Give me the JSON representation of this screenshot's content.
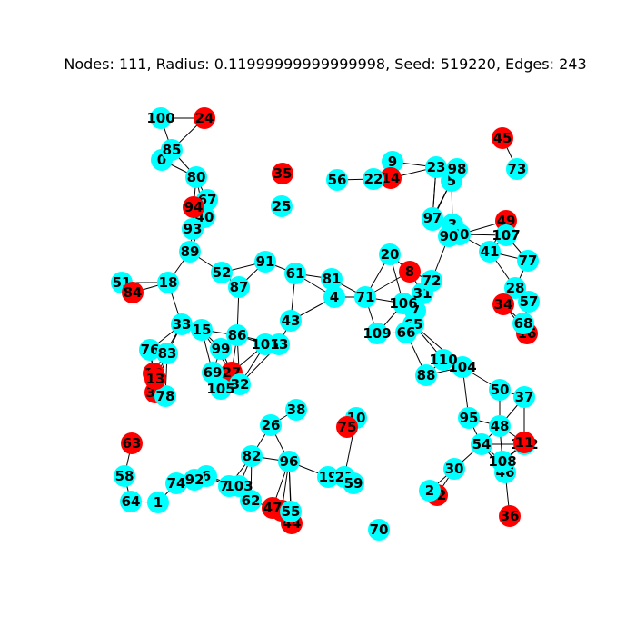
{
  "title": "Nodes: 111, Radius: 0.11999999999999998, Seed: 519220, Edges: 243",
  "colors": {
    "normal": "#00ffff",
    "highlight": "#ff0000",
    "edge": "#000000",
    "label": "#000000"
  },
  "nodes": [
    {
      "id": "0",
      "label": "0",
      "color": "normal"
    },
    {
      "id": "1",
      "label": "1",
      "color": "normal"
    },
    {
      "id": "3",
      "label": "3",
      "color": "normal"
    },
    {
      "id": "4",
      "label": "4",
      "color": "normal"
    },
    {
      "id": "5",
      "label": "5",
      "color": "normal"
    },
    {
      "id": "6",
      "label": "6",
      "color": "normal"
    },
    {
      "id": "7",
      "label": "7",
      "color": "normal"
    },
    {
      "id": "8",
      "label": "8",
      "color": "highlight"
    },
    {
      "id": "9",
      "label": "9",
      "color": "normal"
    },
    {
      "id": "10",
      "label": "10",
      "color": "normal"
    },
    {
      "id": "12",
      "label": "12",
      "color": "highlight"
    },
    {
      "id": "14",
      "label": "14",
      "color": "highlight"
    },
    {
      "id": "15",
      "label": "15",
      "color": "normal"
    },
    {
      "id": "16",
      "label": "16",
      "color": "highlight"
    },
    {
      "id": "17",
      "label": "17",
      "color": "highlight"
    },
    {
      "id": "18",
      "label": "18",
      "color": "normal"
    },
    {
      "id": "19",
      "label": "19",
      "color": "normal"
    },
    {
      "id": "20",
      "label": "20",
      "color": "normal"
    },
    {
      "id": "21",
      "label": "21",
      "color": "normal"
    },
    {
      "id": "22",
      "label": "22",
      "color": "normal"
    },
    {
      "id": "23",
      "label": "23",
      "color": "normal"
    },
    {
      "id": "24",
      "label": "24",
      "color": "highlight"
    },
    {
      "id": "25",
      "label": "25",
      "color": "normal"
    },
    {
      "id": "26",
      "label": "26",
      "color": "normal"
    },
    {
      "id": "27",
      "label": "27",
      "color": "highlight"
    },
    {
      "id": "28",
      "label": "28",
      "color": "normal"
    },
    {
      "id": "29",
      "label": "29",
      "color": "normal"
    },
    {
      "id": "30",
      "label": "30",
      "color": "normal"
    },
    {
      "id": "31",
      "label": "31",
      "color": "normal"
    },
    {
      "id": "32",
      "label": "32",
      "color": "normal"
    },
    {
      "id": "33",
      "label": "33",
      "color": "normal"
    },
    {
      "id": "34",
      "label": "34",
      "color": "highlight"
    },
    {
      "id": "35",
      "label": "35",
      "color": "highlight"
    },
    {
      "id": "36",
      "label": "36",
      "color": "highlight"
    },
    {
      "id": "37",
      "label": "37",
      "color": "normal"
    },
    {
      "id": "38",
      "label": "38",
      "color": "normal"
    },
    {
      "id": "39",
      "label": "39",
      "color": "highlight"
    },
    {
      "id": "40",
      "label": "40",
      "color": "normal"
    },
    {
      "id": "41",
      "label": "41",
      "color": "normal"
    },
    {
      "id": "42",
      "label": "42",
      "color": "highlight"
    },
    {
      "id": "43",
      "label": "43",
      "color": "normal"
    },
    {
      "id": "44",
      "label": "44",
      "color": "highlight"
    },
    {
      "id": "45",
      "label": "45",
      "color": "highlight"
    },
    {
      "id": "46",
      "label": "46",
      "color": "normal"
    },
    {
      "id": "47",
      "label": "47",
      "color": "highlight"
    },
    {
      "id": "48",
      "label": "48",
      "color": "normal"
    },
    {
      "id": "49",
      "label": "49",
      "color": "highlight"
    },
    {
      "id": "50",
      "label": "50",
      "color": "normal"
    },
    {
      "id": "51",
      "label": "51",
      "color": "normal"
    },
    {
      "id": "52",
      "label": "52",
      "color": "normal"
    },
    {
      "id": "54",
      "label": "54",
      "color": "normal"
    },
    {
      "id": "56",
      "label": "56",
      "color": "normal"
    },
    {
      "id": "57",
      "label": "57",
      "color": "normal"
    },
    {
      "id": "58",
      "label": "58",
      "color": "normal"
    },
    {
      "id": "59",
      "label": "59",
      "color": "normal"
    },
    {
      "id": "60",
      "label": "60",
      "color": "normal"
    },
    {
      "id": "61",
      "label": "61",
      "color": "normal"
    },
    {
      "id": "62",
      "label": "62",
      "color": "normal"
    },
    {
      "id": "63",
      "label": "63",
      "color": "highlight"
    },
    {
      "id": "64",
      "label": "64",
      "color": "normal"
    },
    {
      "id": "65",
      "label": "65",
      "color": "normal"
    },
    {
      "id": "66",
      "label": "66",
      "color": "normal"
    },
    {
      "id": "67",
      "label": "67",
      "color": "normal"
    },
    {
      "id": "68",
      "label": "68",
      "color": "normal"
    },
    {
      "id": "69",
      "label": "69",
      "color": "normal"
    },
    {
      "id": "70",
      "label": "70",
      "color": "normal"
    },
    {
      "id": "71",
      "label": "71",
      "color": "normal"
    },
    {
      "id": "72",
      "label": "72",
      "color": "normal"
    },
    {
      "id": "73",
      "label": "73",
      "color": "normal"
    },
    {
      "id": "74",
      "label": "74",
      "color": "normal"
    },
    {
      "id": "75",
      "label": "75",
      "color": "highlight"
    },
    {
      "id": "76",
      "label": "76",
      "color": "normal"
    },
    {
      "id": "77",
      "label": "77",
      "color": "normal"
    },
    {
      "id": "78",
      "label": "78",
      "color": "normal"
    },
    {
      "id": "79",
      "label": "79",
      "color": "normal"
    },
    {
      "id": "80",
      "label": "80",
      "color": "normal"
    },
    {
      "id": "81",
      "label": "81",
      "color": "normal"
    },
    {
      "id": "82",
      "label": "82",
      "color": "normal"
    },
    {
      "id": "83",
      "label": "83",
      "color": "normal"
    },
    {
      "id": "84",
      "label": "84",
      "color": "highlight"
    },
    {
      "id": "85",
      "label": "85",
      "color": "normal"
    },
    {
      "id": "86",
      "label": "86",
      "color": "normal"
    },
    {
      "id": "87",
      "label": "87",
      "color": "normal"
    },
    {
      "id": "88",
      "label": "88",
      "color": "normal"
    },
    {
      "id": "89",
      "label": "89",
      "color": "normal"
    },
    {
      "id": "90",
      "label": "90",
      "color": "normal"
    },
    {
      "id": "91",
      "label": "91",
      "color": "normal"
    },
    {
      "id": "92",
      "label": "92",
      "color": "normal"
    },
    {
      "id": "93",
      "label": "93",
      "color": "normal"
    },
    {
      "id": "94",
      "label": "94",
      "color": "highlight"
    },
    {
      "id": "95",
      "label": "95",
      "color": "normal"
    },
    {
      "id": "96",
      "label": "96",
      "color": "normal"
    },
    {
      "id": "97",
      "label": "97",
      "color": "normal"
    },
    {
      "id": "98",
      "label": "98",
      "color": "normal"
    },
    {
      "id": "99",
      "label": "99",
      "color": "normal"
    },
    {
      "id": "100",
      "label": "100",
      "color": "normal"
    },
    {
      "id": "102",
      "label": "102",
      "color": "normal"
    },
    {
      "id": "103",
      "label": "103",
      "color": "normal"
    },
    {
      "id": "104",
      "label": "104",
      "color": "normal"
    },
    {
      "id": "105",
      "label": "105",
      "color": "normal"
    },
    {
      "id": "106",
      "label": "106",
      "color": "normal"
    },
    {
      "id": "107",
      "label": "107",
      "color": "normal"
    },
    {
      "id": "108",
      "label": "108",
      "color": "normal"
    },
    {
      "id": "109",
      "label": "109",
      "color": "normal"
    },
    {
      "id": "110",
      "label": "110",
      "color": "normal"
    },
    {
      "id": "13",
      "label": "13",
      "color": "highlight"
    },
    {
      "id": "11",
      "label": "11",
      "color": "highlight"
    },
    {
      "id": "53",
      "label": "53",
      "color": "normal"
    },
    {
      "id": "101",
      "label": "101",
      "color": "normal"
    },
    {
      "id": "55",
      "label": "55",
      "color": "normal"
    },
    {
      "id": "2",
      "label": "2",
      "color": "normal"
    }
  ],
  "edges": [
    [
      "100",
      "24"
    ],
    [
      "100",
      "85"
    ],
    [
      "85",
      "24"
    ],
    [
      "85",
      "0"
    ],
    [
      "0",
      "80"
    ],
    [
      "85",
      "80"
    ],
    [
      "80",
      "67"
    ],
    [
      "80",
      "40"
    ],
    [
      "80",
      "94"
    ],
    [
      "94",
      "67"
    ],
    [
      "94",
      "40"
    ],
    [
      "40",
      "67"
    ],
    [
      "40",
      "93"
    ],
    [
      "94",
      "93"
    ],
    [
      "93",
      "89"
    ],
    [
      "40",
      "89"
    ],
    [
      "89",
      "18"
    ],
    [
      "89",
      "52"
    ],
    [
      "18",
      "51"
    ],
    [
      "18",
      "84"
    ],
    [
      "51",
      "84"
    ],
    [
      "18",
      "33"
    ],
    [
      "52",
      "91"
    ],
    [
      "52",
      "87"
    ],
    [
      "91",
      "87"
    ],
    [
      "91",
      "61"
    ],
    [
      "61",
      "81"
    ],
    [
      "61",
      "4"
    ],
    [
      "81",
      "4"
    ],
    [
      "61",
      "43"
    ],
    [
      "43",
      "4"
    ],
    [
      "43",
      "53"
    ],
    [
      "4",
      "71"
    ],
    [
      "81",
      "71"
    ],
    [
      "71",
      "20"
    ],
    [
      "71",
      "8"
    ],
    [
      "71",
      "106"
    ],
    [
      "71",
      "109"
    ],
    [
      "20",
      "8"
    ],
    [
      "20",
      "106"
    ],
    [
      "8",
      "72"
    ],
    [
      "8",
      "31"
    ],
    [
      "72",
      "31"
    ],
    [
      "72",
      "106"
    ],
    [
      "31",
      "106"
    ],
    [
      "31",
      "7"
    ],
    [
      "106",
      "7"
    ],
    [
      "106",
      "65"
    ],
    [
      "7",
      "65"
    ],
    [
      "7",
      "66"
    ],
    [
      "65",
      "66"
    ],
    [
      "109",
      "66"
    ],
    [
      "109",
      "106"
    ],
    [
      "72",
      "90"
    ],
    [
      "65",
      "110"
    ],
    [
      "66",
      "88"
    ],
    [
      "65",
      "104"
    ],
    [
      "110",
      "104"
    ],
    [
      "110",
      "88"
    ],
    [
      "88",
      "104"
    ],
    [
      "104",
      "50"
    ],
    [
      "104",
      "95"
    ],
    [
      "50",
      "37"
    ],
    [
      "50",
      "48"
    ],
    [
      "37",
      "48"
    ],
    [
      "37",
      "11"
    ],
    [
      "48",
      "11"
    ],
    [
      "48",
      "95"
    ],
    [
      "95",
      "54"
    ],
    [
      "48",
      "54"
    ],
    [
      "54",
      "108"
    ],
    [
      "54",
      "102"
    ],
    [
      "54",
      "46"
    ],
    [
      "108",
      "46"
    ],
    [
      "108",
      "102"
    ],
    [
      "108",
      "11"
    ],
    [
      "102",
      "11"
    ],
    [
      "48",
      "108"
    ],
    [
      "54",
      "30"
    ],
    [
      "30",
      "2"
    ],
    [
      "30",
      "42"
    ],
    [
      "2",
      "42"
    ],
    [
      "46",
      "36"
    ],
    [
      "22",
      "56"
    ],
    [
      "22",
      "14"
    ],
    [
      "14",
      "9"
    ],
    [
      "9",
      "23"
    ],
    [
      "14",
      "23"
    ],
    [
      "23",
      "98"
    ],
    [
      "23",
      "5"
    ],
    [
      "5",
      "97"
    ],
    [
      "5",
      "29"
    ],
    [
      "5",
      "3"
    ],
    [
      "23",
      "97"
    ],
    [
      "23",
      "29"
    ],
    [
      "3",
      "60"
    ],
    [
      "3",
      "90"
    ],
    [
      "90",
      "60"
    ],
    [
      "60",
      "49"
    ],
    [
      "60",
      "107"
    ],
    [
      "60",
      "41"
    ],
    [
      "49",
      "107"
    ],
    [
      "107",
      "41"
    ],
    [
      "107",
      "77"
    ],
    [
      "41",
      "77"
    ],
    [
      "41",
      "28"
    ],
    [
      "77",
      "28"
    ],
    [
      "28",
      "57"
    ],
    [
      "28",
      "34"
    ],
    [
      "34",
      "68"
    ],
    [
      "57",
      "68"
    ],
    [
      "68",
      "16"
    ],
    [
      "34",
      "16"
    ],
    [
      "49",
      "41"
    ],
    [
      "45",
      "73"
    ],
    [
      "33",
      "15"
    ],
    [
      "33",
      "76"
    ],
    [
      "33",
      "83"
    ],
    [
      "33",
      "12"
    ],
    [
      "76",
      "83"
    ],
    [
      "76",
      "12"
    ],
    [
      "76",
      "13"
    ],
    [
      "83",
      "13"
    ],
    [
      "83",
      "39"
    ],
    [
      "83",
      "78"
    ],
    [
      "12",
      "13"
    ],
    [
      "13",
      "39"
    ],
    [
      "39",
      "78"
    ],
    [
      "15",
      "99"
    ],
    [
      "15",
      "86"
    ],
    [
      "15",
      "69"
    ],
    [
      "15",
      "27"
    ],
    [
      "99",
      "86"
    ],
    [
      "99",
      "69"
    ],
    [
      "99",
      "27"
    ],
    [
      "86",
      "87"
    ],
    [
      "86",
      "101"
    ],
    [
      "86",
      "53"
    ],
    [
      "86",
      "27"
    ],
    [
      "86",
      "32"
    ],
    [
      "101",
      "53"
    ],
    [
      "101",
      "32"
    ],
    [
      "101",
      "27"
    ],
    [
      "69",
      "105"
    ],
    [
      "69",
      "27"
    ],
    [
      "27",
      "105"
    ],
    [
      "27",
      "32"
    ],
    [
      "105",
      "32"
    ],
    [
      "53",
      "32"
    ],
    [
      "63",
      "58"
    ],
    [
      "58",
      "64"
    ],
    [
      "64",
      "1"
    ],
    [
      "1",
      "74"
    ],
    [
      "74",
      "92"
    ],
    [
      "92",
      "6"
    ],
    [
      "6",
      "79"
    ],
    [
      "6",
      "103"
    ],
    [
      "79",
      "103"
    ],
    [
      "82",
      "79"
    ],
    [
      "82",
      "103"
    ],
    [
      "82",
      "62"
    ],
    [
      "82",
      "26"
    ],
    [
      "82",
      "96"
    ],
    [
      "26",
      "96"
    ],
    [
      "26",
      "38"
    ],
    [
      "96",
      "19"
    ],
    [
      "19",
      "21"
    ],
    [
      "21",
      "59"
    ],
    [
      "19",
      "59"
    ],
    [
      "96",
      "47"
    ],
    [
      "96",
      "17"
    ],
    [
      "96",
      "55"
    ],
    [
      "96",
      "44"
    ],
    [
      "47",
      "17"
    ],
    [
      "47",
      "55"
    ],
    [
      "17",
      "55"
    ],
    [
      "55",
      "44"
    ],
    [
      "62",
      "47"
    ],
    [
      "75",
      "10"
    ],
    [
      "10",
      "21"
    ]
  ]
}
